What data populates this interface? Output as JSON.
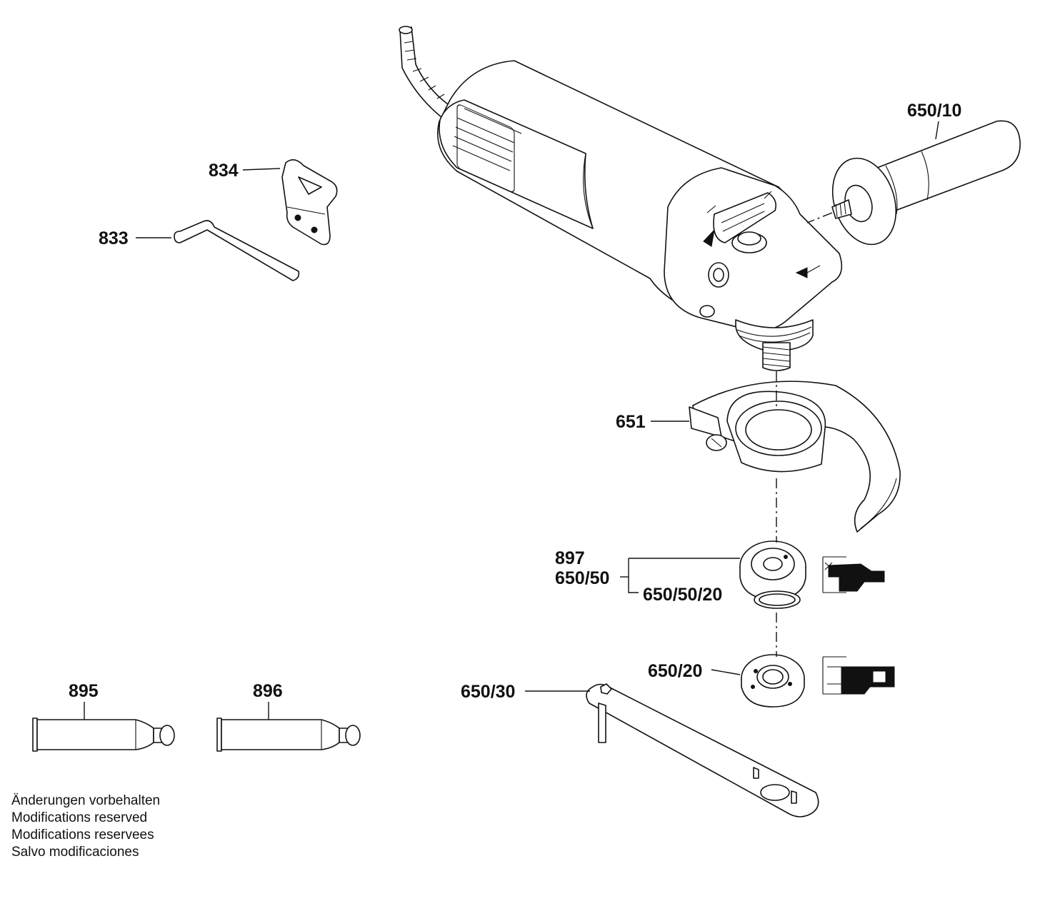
{
  "labels": {
    "p834": "834",
    "p833": "833",
    "p650_10": "650/10",
    "p651": "651",
    "p897": "897",
    "p650_50": "650/50",
    "p650_50_20": "650/50/20",
    "p650_20": "650/20",
    "p650_30": "650/30",
    "p895": "895",
    "p896": "896"
  },
  "notes": [
    "Änderungen vorbehalten",
    "Modifications reserved",
    "Modifications reservees",
    "Salvo modificaciones"
  ]
}
